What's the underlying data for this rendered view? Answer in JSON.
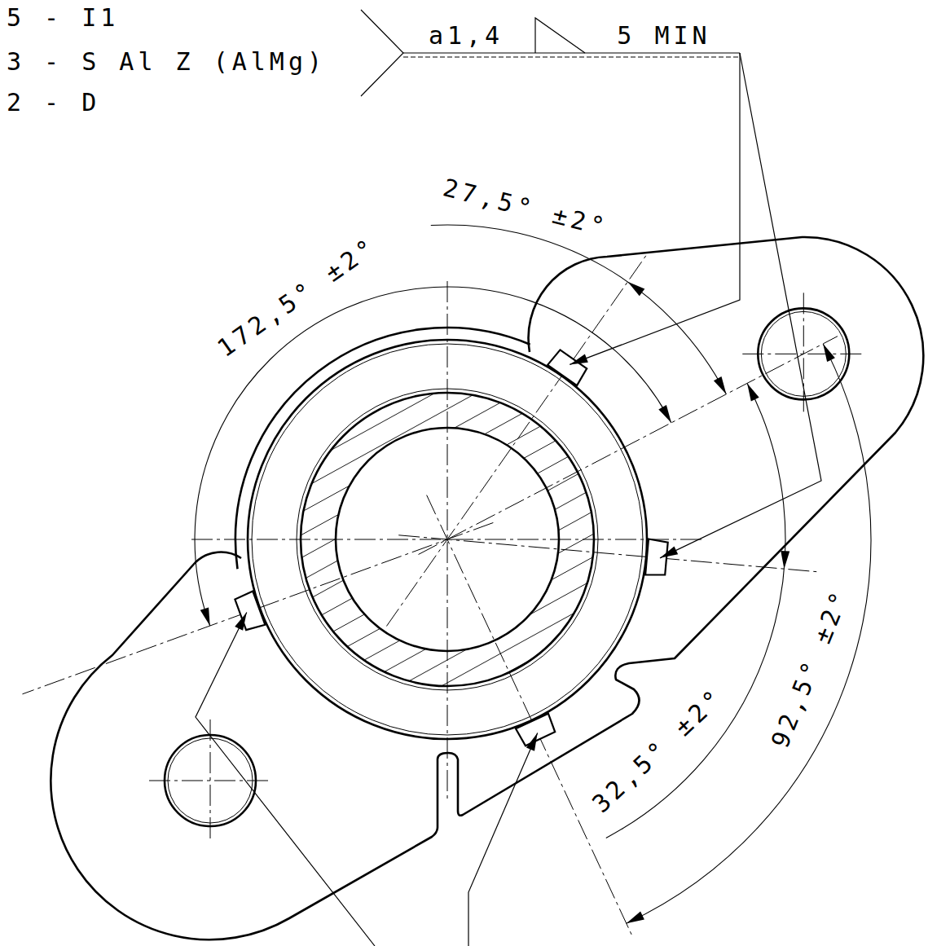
{
  "diagram": {
    "labels": [
      "5 - I1",
      "3 - S Al Z (AlMg)",
      "2 - D",
      "a1,4",
      "5 MIN",
      "27,5° ±2°",
      "172,5° ±2°",
      "92,5° ±2°",
      "32,5° ±2°"
    ]
  }
}
